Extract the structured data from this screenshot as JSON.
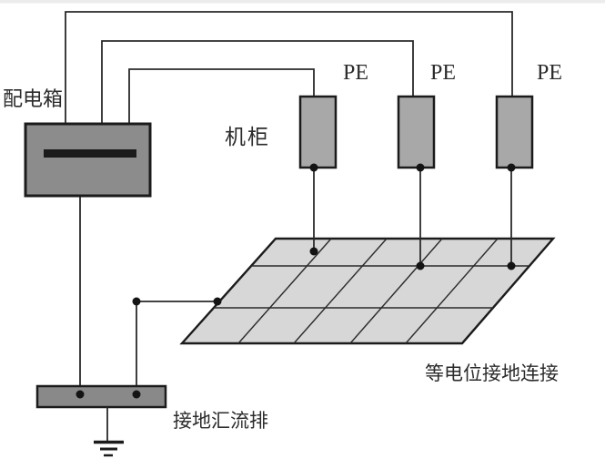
{
  "diagram": {
    "title_hint": "equipotential-grounding-diagram",
    "labels": {
      "distribution_box": "配电箱",
      "cabinet": "机柜",
      "pe_1": "PE",
      "pe_2": "PE",
      "pe_3": "PE",
      "busbar": "接地汇流排",
      "equipotential_grid": "等电位接地连接"
    },
    "colors": {
      "background": "#ffffff",
      "top_strip": "#ececec",
      "distribution_box_fill": "#8c8c8c",
      "distribution_box_bar": "#1b1b1b",
      "cabinet_fill": "#a8a8a8",
      "busbar_fill": "#898989",
      "grid_fill": "#d7d7d7",
      "wire": "#2a2a2a",
      "border": "#1b1b1b",
      "dot": "#141414",
      "text": "#2b2b2b"
    }
  }
}
